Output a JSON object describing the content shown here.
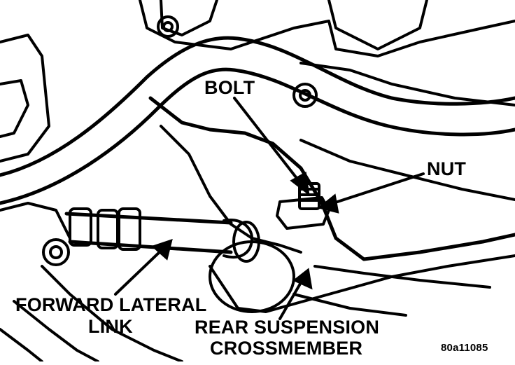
{
  "diagram": {
    "colors": {
      "ink": "#000000",
      "paper": "#ffffff"
    },
    "labels": {
      "bolt": "BOLT",
      "nut": "NUT",
      "forward_lateral_link_line1": "FORWARD LATERAL",
      "forward_lateral_link_line2": "LINK",
      "rear_suspension_line1": "REAR SUSPENSION",
      "rear_suspension_line2": "CROSSMEMBER",
      "figure_code": "80a11085"
    }
  }
}
